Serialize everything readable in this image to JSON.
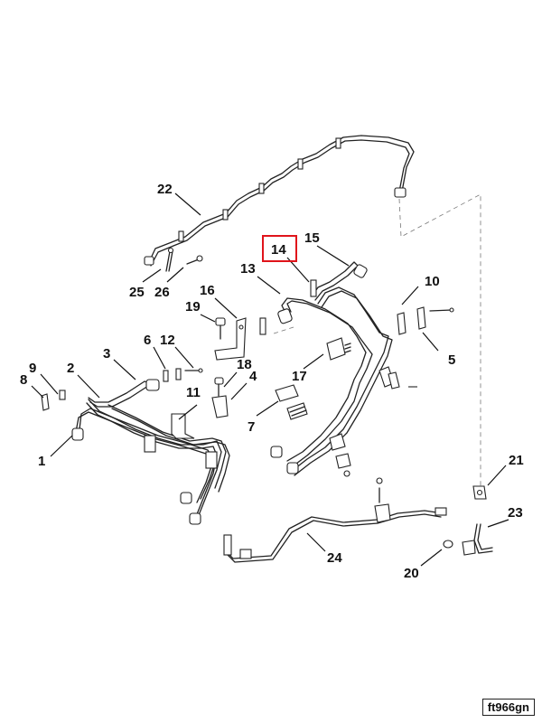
{
  "callouts": {
    "c1": "1",
    "c2": "2",
    "c3": "3",
    "c4": "4",
    "c5": "5",
    "c6": "6",
    "c7": "7",
    "c8": "8",
    "c9": "9",
    "c10": "10",
    "c11": "11",
    "c12": "12",
    "c13": "13",
    "c14": "14",
    "c15": "15",
    "c16": "16",
    "c17": "17",
    "c18": "18",
    "c19": "19",
    "c20": "20",
    "c21": "21",
    "c22": "22",
    "c23": "23",
    "c24": "24",
    "c25": "25",
    "c26": "26"
  },
  "highlighted_callout": "14",
  "highlight_color": "#e0141b",
  "reference_code": "ft966gn"
}
